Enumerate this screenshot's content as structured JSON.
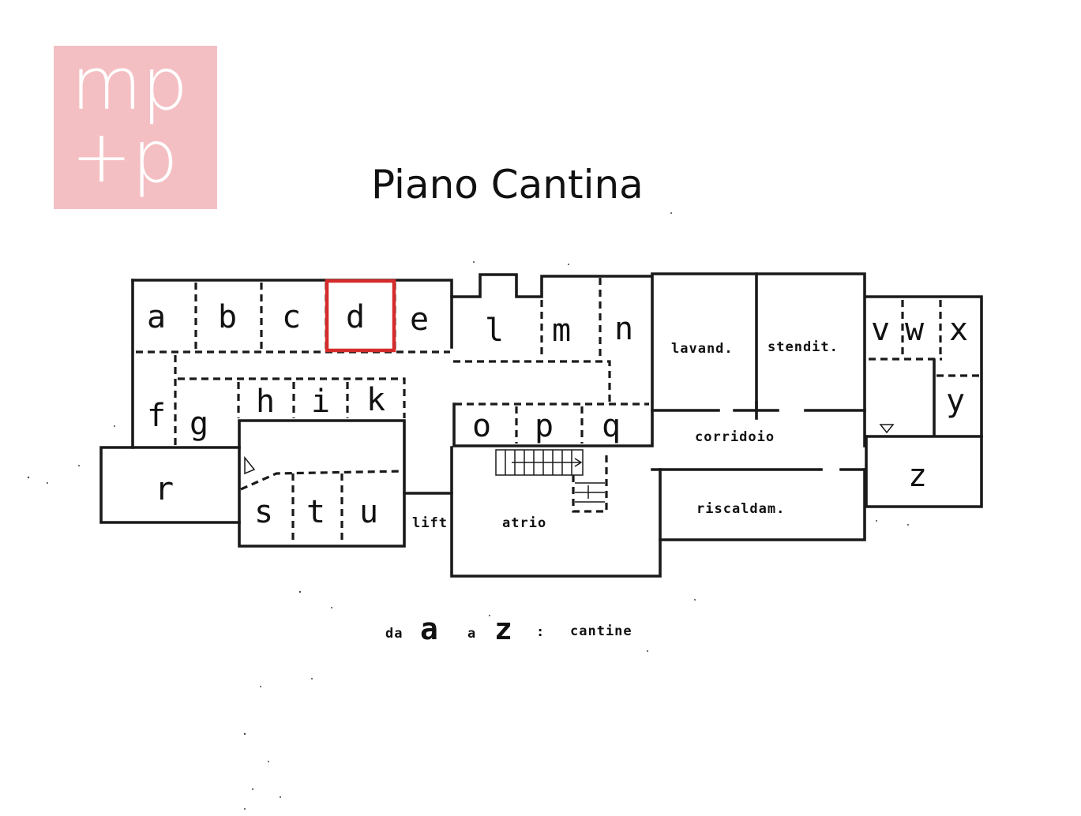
{
  "brand": {
    "logo_text_line1": "mp",
    "logo_text_line2": "+p",
    "logo_color": "#f4bfc3"
  },
  "title": "Piano Cantina",
  "highlight_color": "#d62b2b",
  "highlighted_unit": "d",
  "units": {
    "a": "a",
    "b": "b",
    "c": "c",
    "d": "d",
    "e": "e",
    "f": "f",
    "g": "g",
    "h": "h",
    "i": "i",
    "k": "k",
    "l": "l",
    "m": "m",
    "n": "n",
    "o": "o",
    "p": "p",
    "q": "q",
    "r": "r",
    "s": "s",
    "t": "t",
    "u": "u",
    "v": "v",
    "w": "w",
    "x": "x",
    "y": "y",
    "z": "z"
  },
  "rooms": {
    "lavand": "lavand.",
    "stendit": "stendit.",
    "corridoio": "corridoio",
    "riscaldam": "riscaldam.",
    "lift": "lift",
    "atrio": "atrio"
  },
  "legend": {
    "from": "da",
    "start_letter": "a",
    "to": "a",
    "end_letter": "z",
    "separator": ":",
    "meaning": "cantine"
  }
}
